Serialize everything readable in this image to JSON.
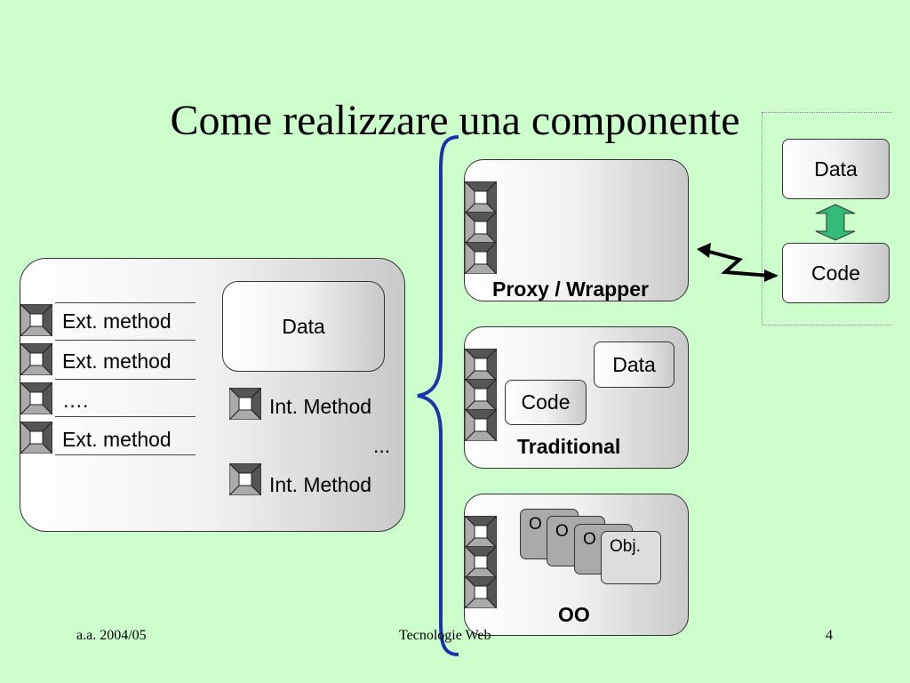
{
  "slide": {
    "title": "Come realizzare una componente",
    "footer": {
      "left": "a.a. 2004/05",
      "center": "Tecnologie Web",
      "right": "4"
    }
  },
  "left_component": {
    "ext_methods": [
      "Ext. method",
      "Ext. method",
      "….",
      "Ext. method"
    ],
    "data_label": "Data",
    "int_methods": [
      "Int. Method",
      "Int. Method"
    ],
    "ellipsis": "..."
  },
  "variants": {
    "proxy": {
      "label": "Proxy / Wrapper"
    },
    "traditional": {
      "label": "Traditional",
      "data_label": "Data",
      "code_label": "Code"
    },
    "oo": {
      "label": "OO",
      "objects": [
        "O",
        "O",
        "O",
        "Obj."
      ]
    }
  },
  "external": {
    "data_label": "Data",
    "code_label": "Code"
  },
  "colors": {
    "background": "#ccffcc",
    "brace": "#1a33aa",
    "double_arrow": "#33bb77",
    "port_dark": "#555555",
    "port_light": "#aaaaaa"
  },
  "icons": [
    "port-icon",
    "brace-icon",
    "zigzag-arrow-icon",
    "double-arrow-icon"
  ]
}
